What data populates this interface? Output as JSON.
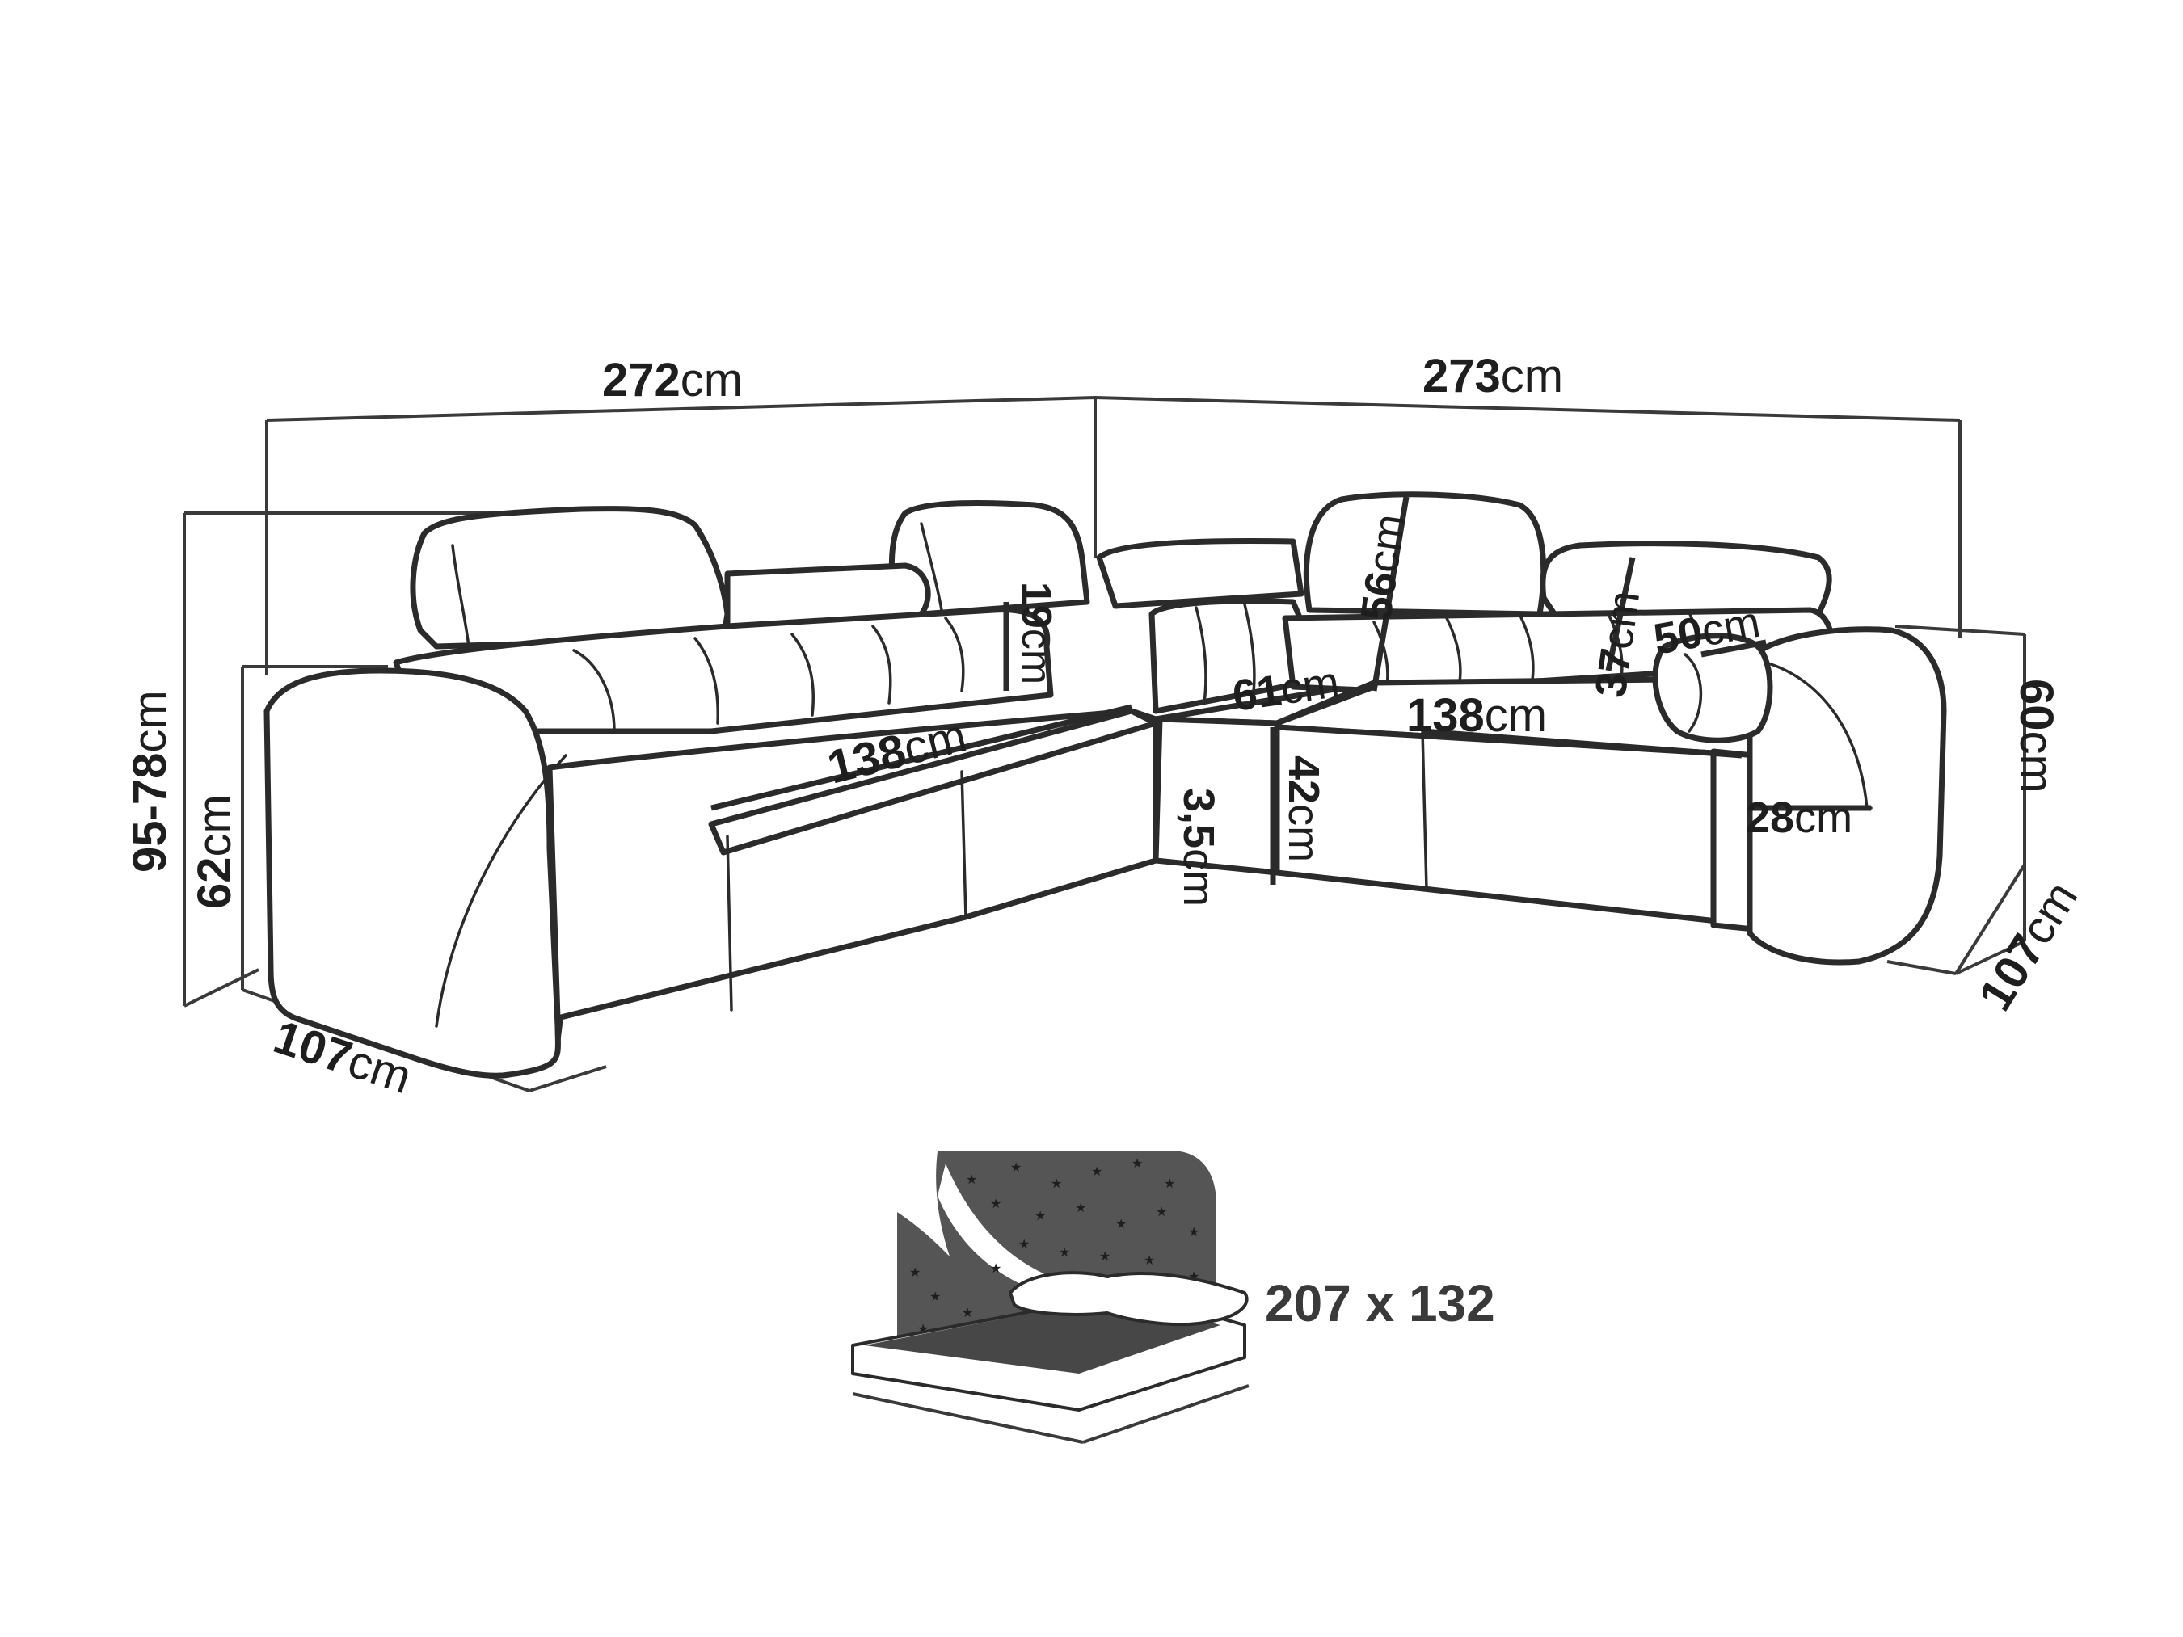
{
  "dimensions": {
    "width_left": {
      "value": "272",
      "unit": "cm"
    },
    "width_right": {
      "value": "273",
      "unit": "cm"
    },
    "height_total": {
      "value": "95-78",
      "unit": "cm"
    },
    "height_armrest": {
      "value": "62",
      "unit": "cm"
    },
    "depth_left": {
      "value": "107",
      "unit": "cm"
    },
    "depth_right": {
      "value": "107",
      "unit": "cm"
    },
    "height_right": {
      "value": "60",
      "unit": "cm"
    },
    "seat_left": {
      "value": "138",
      "unit": "cm"
    },
    "seat_right": {
      "value": "138",
      "unit": "cm"
    },
    "backrest": {
      "value": "19",
      "unit": "cm"
    },
    "headrest_height": {
      "value": "56",
      "unit": "cm"
    },
    "corner_seat_depth": {
      "value": "61",
      "unit": "cm"
    },
    "seat_height": {
      "value": "42",
      "unit": "cm"
    },
    "leg_height": {
      "value": "3,5",
      "unit": "cm"
    },
    "headrest_width": {
      "value": "37",
      "unit": "cm"
    },
    "cushion_width": {
      "value": "50",
      "unit": "cm"
    },
    "armrest_width": {
      "value": "28",
      "unit": "cm"
    }
  },
  "bed": {
    "label": "207 x 132"
  },
  "colors": {
    "line": "#2b2b2b",
    "text": "#1e1e1e",
    "night_sky": "#555555",
    "mattress": "#474747"
  }
}
